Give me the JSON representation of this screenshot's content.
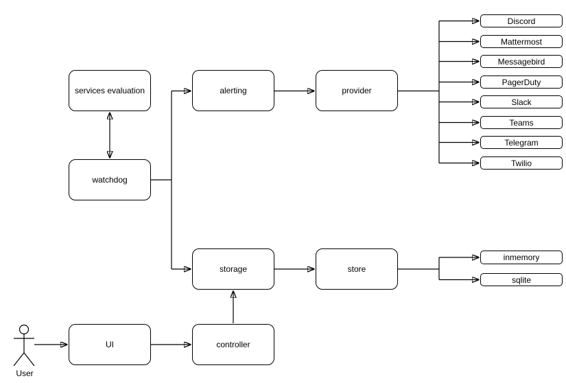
{
  "diagram": {
    "background_color": "#ffffff",
    "stroke_color": "#000000",
    "node_fill_color": "#ffffff",
    "nodes": {
      "services_evaluation": "services evaluation",
      "watchdog": "watchdog",
      "alerting": "alerting",
      "provider": "provider",
      "storage": "storage",
      "store": "store",
      "ui": "UI",
      "controller": "controller"
    },
    "alert_providers": [
      "Discord",
      "Mattermost",
      "Messagebird",
      "PagerDuty",
      "Slack",
      "Teams",
      "Telegram",
      "Twilio"
    ],
    "store_backends": [
      "inmemory",
      "sqlite"
    ],
    "actor": {
      "label": "User"
    },
    "edges": [
      {
        "from": "services evaluation",
        "to": "watchdog",
        "style": "bidirectional-arrow"
      },
      {
        "from": "watchdog",
        "to": "alerting",
        "style": "arrow"
      },
      {
        "from": "watchdog",
        "to": "storage",
        "style": "arrow"
      },
      {
        "from": "alerting",
        "to": "provider",
        "style": "arrow"
      },
      {
        "from": "provider",
        "to": "Discord",
        "style": "arrow"
      },
      {
        "from": "provider",
        "to": "Mattermost",
        "style": "arrow"
      },
      {
        "from": "provider",
        "to": "Messagebird",
        "style": "arrow"
      },
      {
        "from": "provider",
        "to": "PagerDuty",
        "style": "arrow"
      },
      {
        "from": "provider",
        "to": "Slack",
        "style": "arrow"
      },
      {
        "from": "provider",
        "to": "Teams",
        "style": "arrow"
      },
      {
        "from": "provider",
        "to": "Telegram",
        "style": "arrow"
      },
      {
        "from": "provider",
        "to": "Twilio",
        "style": "arrow"
      },
      {
        "from": "storage",
        "to": "store",
        "style": "arrow"
      },
      {
        "from": "store",
        "to": "inmemory",
        "style": "arrow"
      },
      {
        "from": "store",
        "to": "sqlite",
        "style": "arrow"
      },
      {
        "from": "controller",
        "to": "storage",
        "style": "arrow"
      },
      {
        "from": "UI",
        "to": "controller",
        "style": "arrow"
      },
      {
        "from": "User",
        "to": "UI",
        "style": "arrow"
      }
    ]
  }
}
